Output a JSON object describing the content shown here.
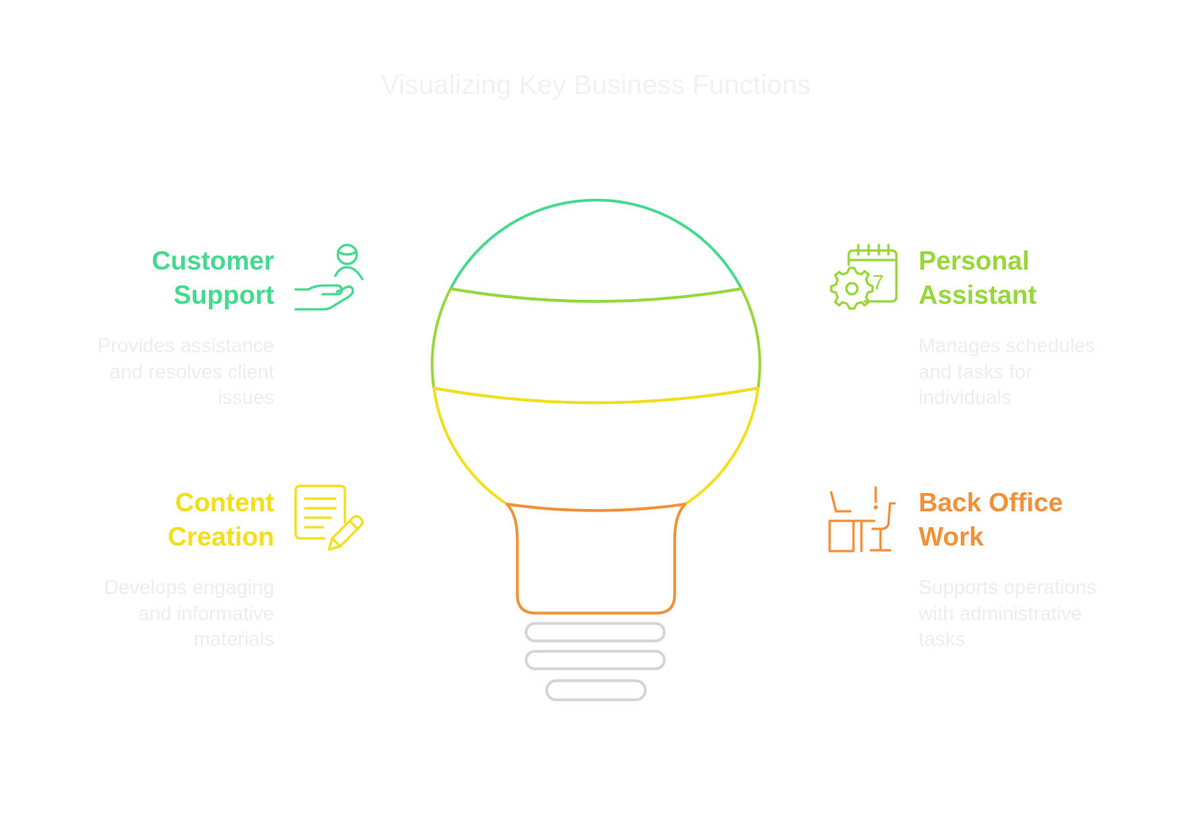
{
  "title": "Visualizing Key Business Functions",
  "colors": {
    "green": "#45d98f",
    "lime": "#98d63a",
    "yellow": "#f2df1a",
    "orange": "#f0913a",
    "gray": "#d4d4d4",
    "desc": "#ededed"
  },
  "items": [
    {
      "title_line1": "Customer",
      "title_line2": "Support",
      "desc_line1": "Provides assistance",
      "desc_line2": "and resolves client",
      "desc_line3": "issues",
      "icon": "helping-hand-user-icon"
    },
    {
      "title_line1": "Personal",
      "title_line2": "Assistant",
      "desc_line1": "Manages schedules",
      "desc_line2": "and tasks for",
      "desc_line3": "individuals",
      "icon": "calendar-gear-icon",
      "icon_day": "7"
    },
    {
      "title_line1": "Content",
      "title_line2": "Creation",
      "desc_line1": "Develops engaging",
      "desc_line2": "and informative",
      "desc_line3": "materials",
      "icon": "document-pencil-icon"
    },
    {
      "title_line1": "Back Office",
      "title_line2": "Work",
      "desc_line1": "Supports operations",
      "desc_line2": "with administrative",
      "desc_line3": "tasks",
      "icon": "office-desk-icon"
    }
  ]
}
